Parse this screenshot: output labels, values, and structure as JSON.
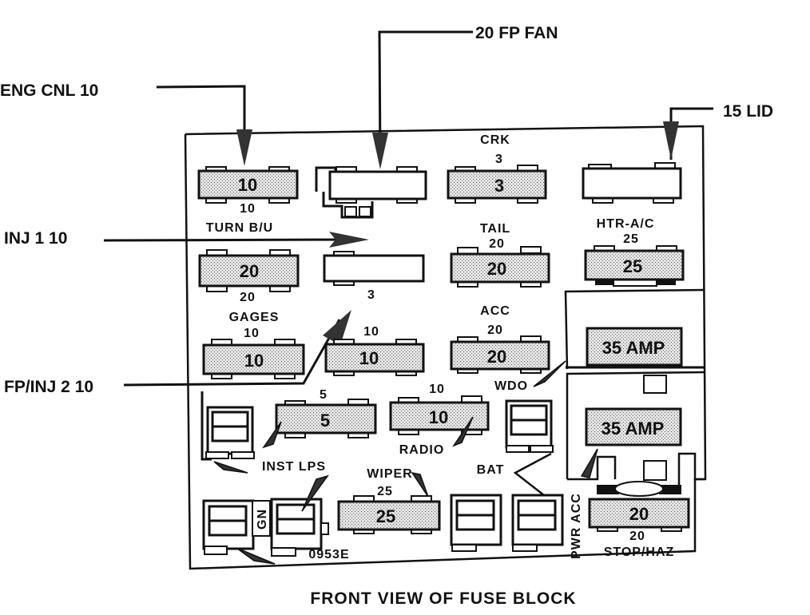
{
  "title": "FRONT VIEW OF FUSE BLOCK",
  "figure_code": "0953E",
  "colors": {
    "ink": "#111111",
    "fuse_fill": "#d8d8d8",
    "background": "#ffffff"
  },
  "callouts": {
    "eng_cnl": "ENG CNL 10",
    "fp_fan": "20 FP FAN",
    "lid": "15 LID",
    "inj1": "INJ 1 10",
    "fp_inj2": "FP/INJ 2 10"
  },
  "labels": {
    "crk": "CRK",
    "crk_amp": "3",
    "turn_bu_amp": "10",
    "turn_bu": "TURN B/U",
    "tail": "TAIL",
    "tail_amp": "20",
    "htr_ac": "HTR-A/C",
    "htr_ac_amp": "25",
    "gages_amp_top": "20",
    "gages": "GAGES",
    "gages_amp": "10",
    "empty3": "3",
    "inj2_amp": "10",
    "acc": "ACC",
    "acc_amp": "20",
    "wdo": "WDO",
    "inst_amp": "5",
    "radio_amp": "10",
    "radio": "RADIO",
    "inst_lps": "INST LPS",
    "wiper": "WIPER",
    "wiper_amp": "25",
    "bat": "BAT",
    "gn": "GN",
    "pwr_acc": "PWR ACC",
    "stop_haz_amp": "20",
    "stop_haz": "STOP/HAZ"
  },
  "fuses": {
    "turn_bu": "10",
    "crk": "3",
    "gages_row": "20",
    "tail": "20",
    "htr_ac": "25",
    "gages": "10",
    "inj2": "10",
    "acc": "20",
    "inst_lps": "5",
    "radio": "10",
    "wiper": "25",
    "stop_haz": "20"
  },
  "breakers": {
    "top": "35 AMP",
    "bottom": "35 AMP"
  }
}
